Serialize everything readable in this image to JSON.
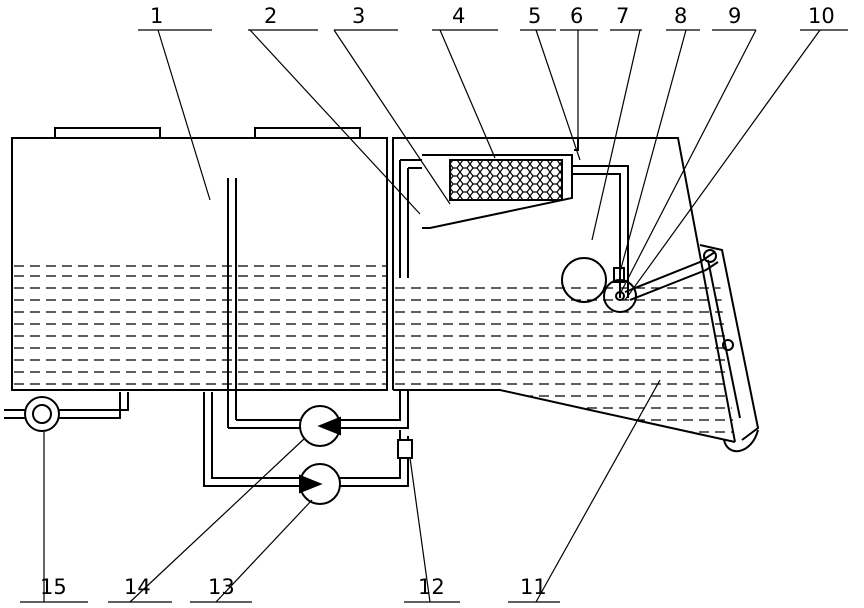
{
  "labels": {
    "top": [
      "1",
      "2",
      "3",
      "4",
      "5",
      "6",
      "7",
      "8",
      "9",
      "10"
    ],
    "bottom": [
      "15",
      "14",
      "13",
      "12",
      "11"
    ]
  },
  "colors": {
    "ink": "#000000",
    "background": "#ffffff"
  }
}
